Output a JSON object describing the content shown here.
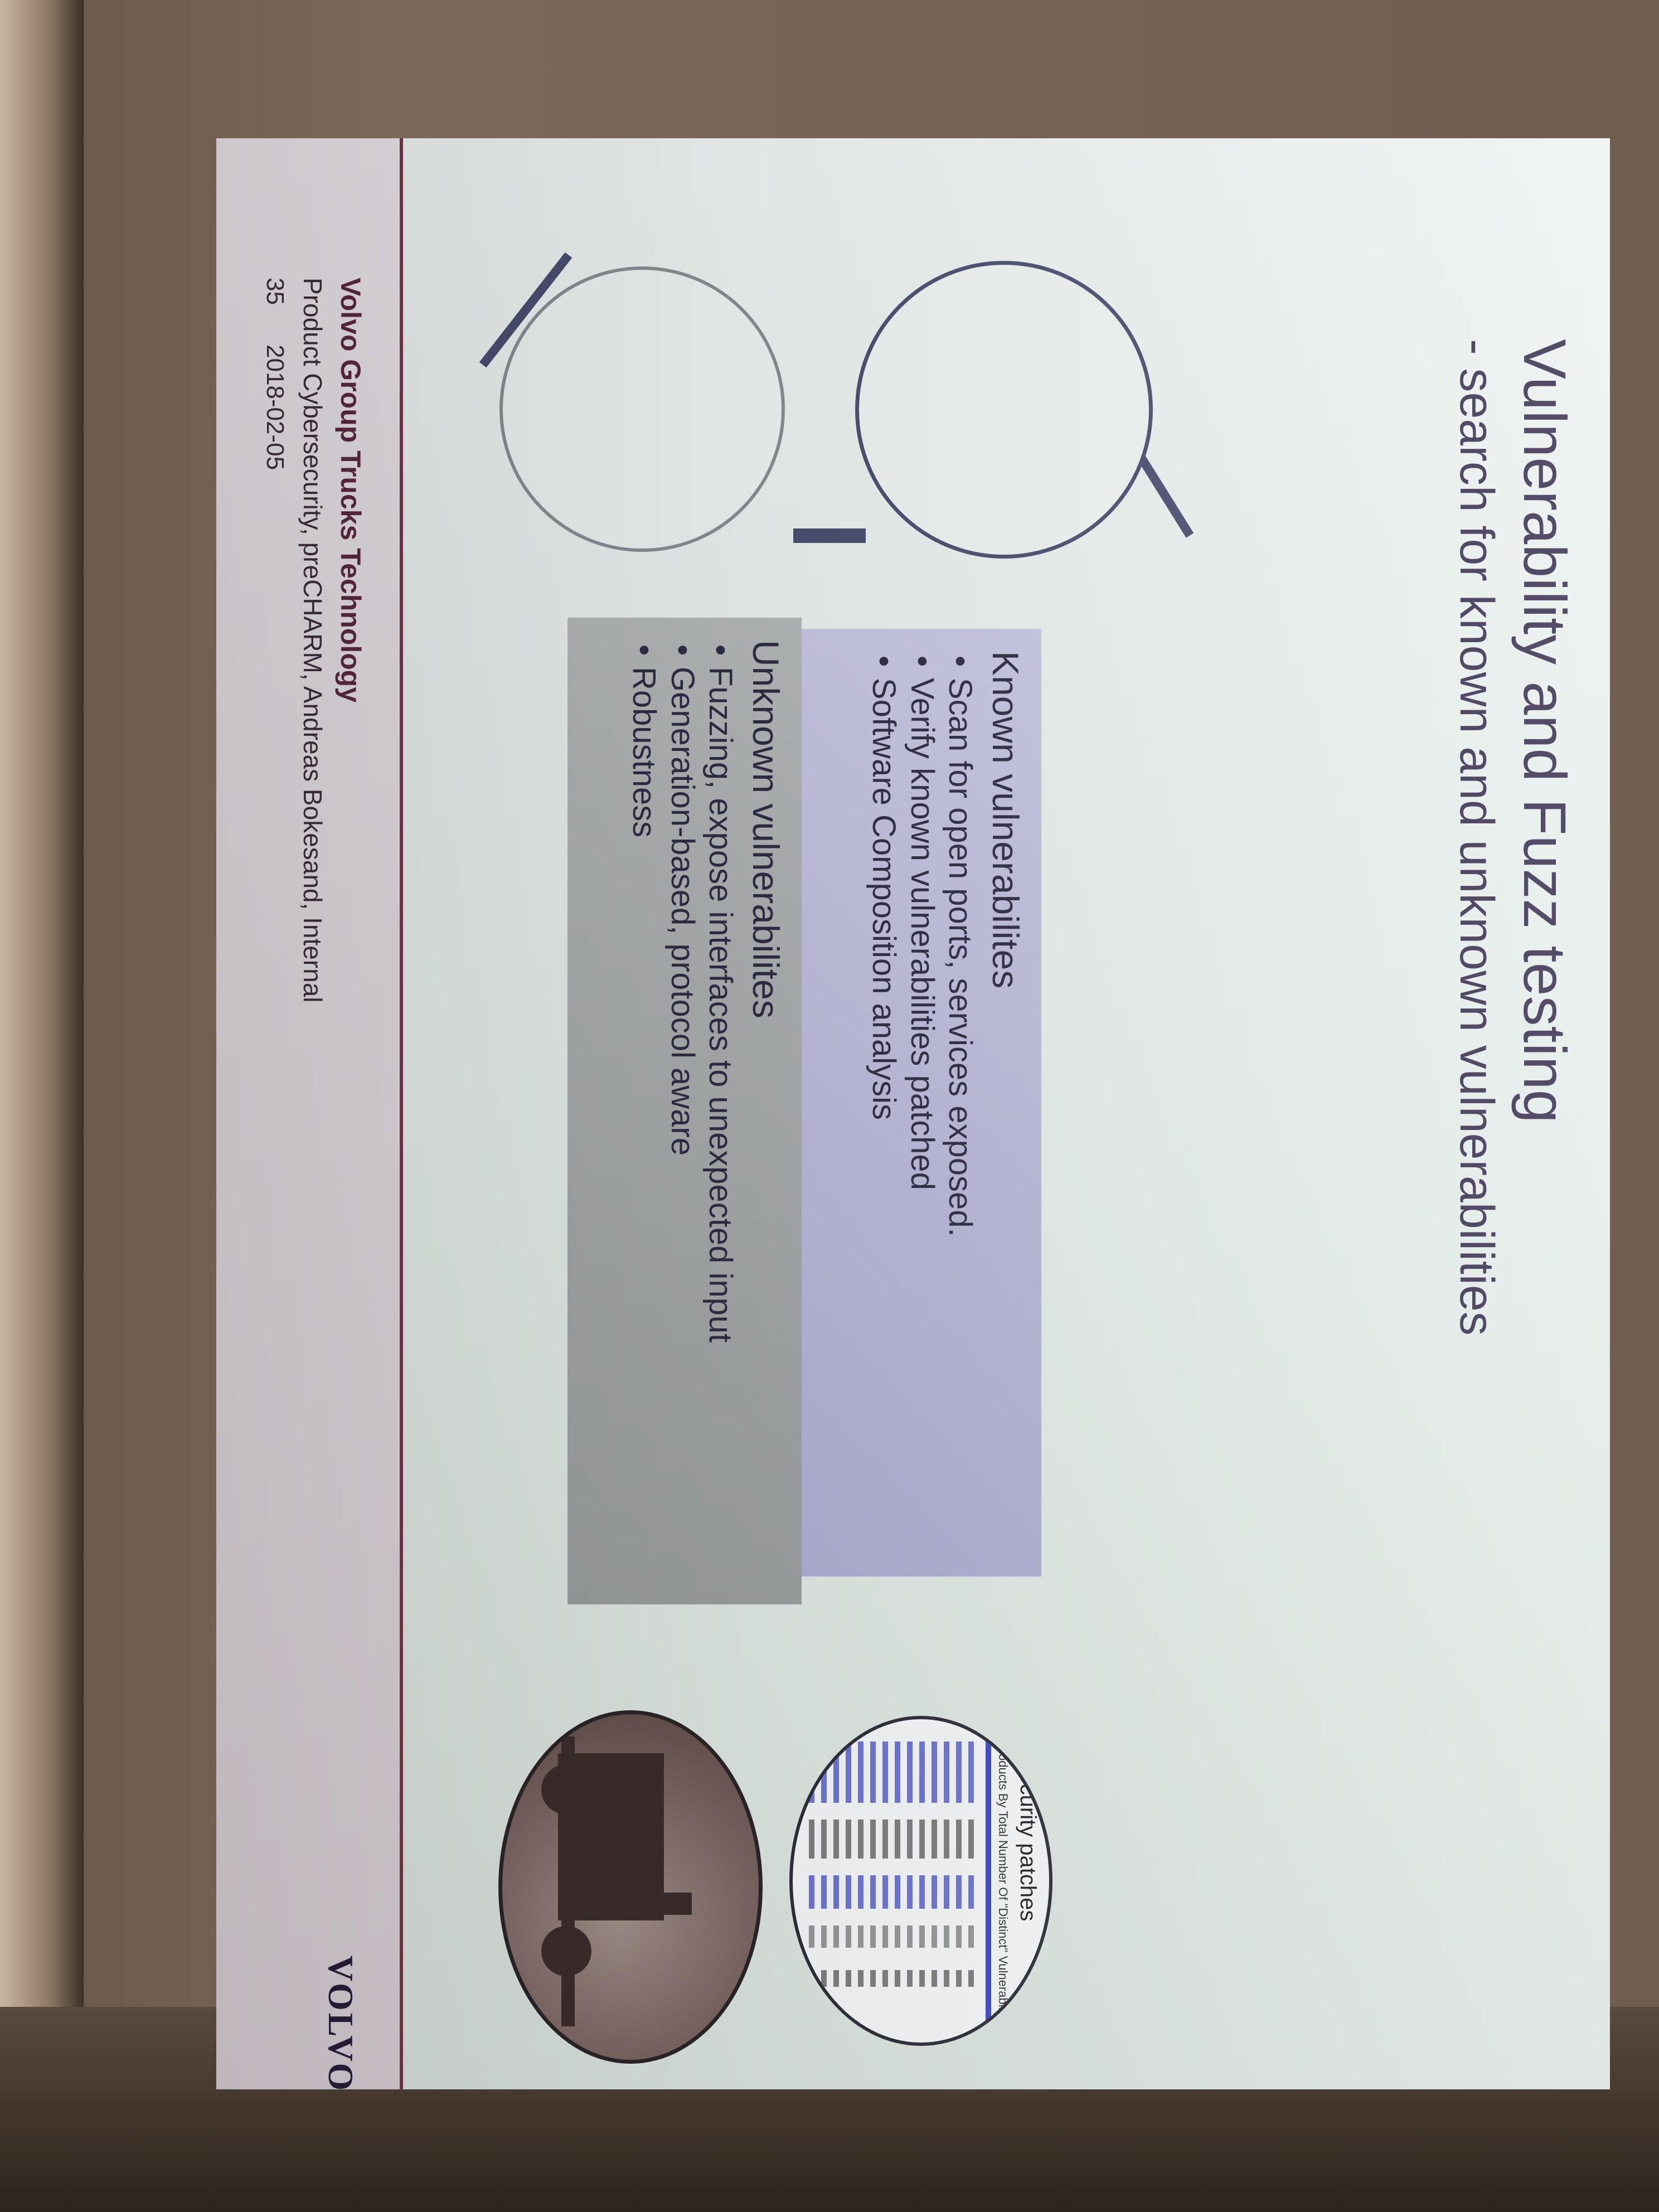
{
  "slide": {
    "title": "Vulnerability and Fuzz testing",
    "subtitle": "- search for known and unknown vulnerabilities",
    "known": {
      "heading": "Known vulnerabilites",
      "bullets": [
        "Scan for open ports, services exposed.",
        "Verify known vulnerabilities patched",
        "Software Composition analysis"
      ]
    },
    "unknown": {
      "heading": "Unknown vulnerabilites",
      "bullets": [
        "Fuzzing,  expose interfaces to unexpected input",
        "Generation-based, protocol aware",
        "Robustness"
      ]
    },
    "thumbnail_table": {
      "heading": "...security patches",
      "subheading": "Products By Total Number Of \"Distinct\" Vulnerabilities"
    },
    "footer": {
      "company": "Volvo Group Trucks Technology",
      "subtitle": "Product Cybersecurity, preCHARM, Andreas Bokesand, Internal",
      "slide_number": "35",
      "date": "2018-02-05",
      "logo": "VOLVO"
    }
  },
  "colors": {
    "title": "#3a3050",
    "known_box": "#b9b8d9",
    "unknown_box": "#a8abac",
    "footer_accent": "#7a3648"
  },
  "icons": [
    "glasses-diagram",
    "table-thumbnail",
    "truck-photo-thumbnail",
    "volvo-logo"
  ]
}
